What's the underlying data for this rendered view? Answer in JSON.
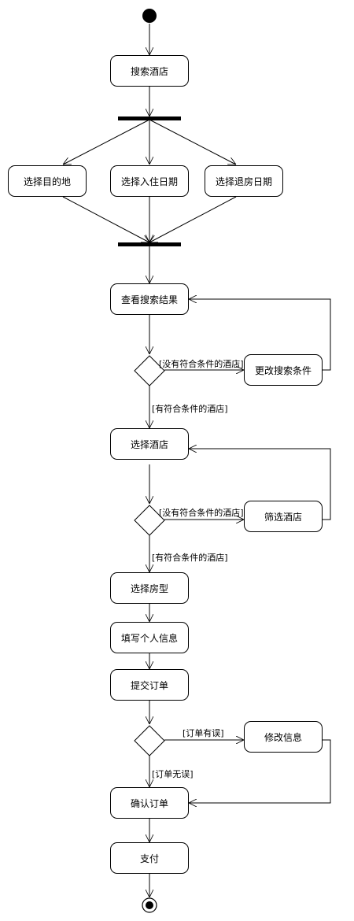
{
  "activities": {
    "search_hotel": "搜索酒店",
    "select_destination": "选择目的地",
    "select_checkin": "选择入住日期",
    "select_checkout": "选择退房日期",
    "view_results": "查看搜索结果",
    "change_conditions": "更改搜索条件",
    "select_hotel": "选择酒店",
    "filter_hotels": "筛选酒店",
    "select_room": "选择房型",
    "fill_info": "填写个人信息",
    "submit_order": "提交订单",
    "modify_info": "修改信息",
    "confirm_order": "确认订单",
    "pay": "支付"
  },
  "guards": {
    "no_match_1": "[没有符合条件的酒店]",
    "match_1": "[有符合条件的酒店]",
    "no_match_2": "[没有符合条件的酒店]",
    "match_2": "[有符合条件的酒店]",
    "order_error": "[订单有误]",
    "order_ok": "[订单无误]"
  }
}
